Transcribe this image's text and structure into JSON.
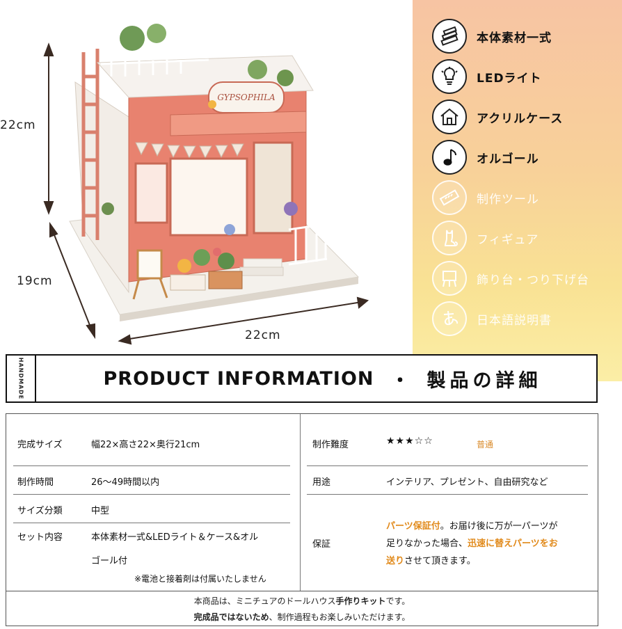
{
  "dimensions": {
    "height": "22cm",
    "depth": "19cm",
    "width": "22cm"
  },
  "sign": "GYPSOPHILA",
  "features": [
    {
      "label": "本体素材一式",
      "icon": "materials-icon",
      "included": true
    },
    {
      "label": "LEDライト",
      "icon": "light-bulb-icon",
      "included": true
    },
    {
      "label": "アクリルケース",
      "icon": "house-case-icon",
      "included": true
    },
    {
      "label": "オルゴール",
      "icon": "music-note-icon",
      "included": true
    },
    {
      "label": "制作ツール",
      "icon": "ruler-icon",
      "included": false
    },
    {
      "label": "フィギュア",
      "icon": "cat-figure-icon",
      "included": false
    },
    {
      "label": "飾り台・つり下げ台",
      "icon": "display-stand-icon",
      "included": false
    },
    {
      "label": "日本語説明書",
      "icon": "japanese-manual-icon",
      "included": false
    }
  ],
  "colors": {
    "accent": "#e18a1b",
    "panel_top": "#f7c4a3",
    "panel_bottom": "#fbeea6",
    "house": "#e8826f"
  },
  "header": {
    "brand": "HANDMADE",
    "title_en": "PRODUCT INFORMATION",
    "separator": "・",
    "title_jp": "製品の詳細"
  },
  "table": {
    "left": [
      {
        "key": "完成サイズ",
        "value": "幅22×高さ22×奥行21cm"
      },
      {
        "key": "制作時間",
        "value": "26〜49時間以内"
      },
      {
        "key": "サイズ分類",
        "value": "中型"
      },
      {
        "key": "セット内容",
        "value_line1": "本体素材一式&LEDライト＆ケース&オル",
        "value_line2": "ゴール付",
        "note": "※電池と接着剤は付属いたしません"
      }
    ],
    "right": [
      {
        "key": "制作難度",
        "stars": "★★★☆☆",
        "level": "普通"
      },
      {
        "key": "用途",
        "value": "インテリア、プレゼント、自由研究など"
      },
      {
        "key": "保証",
        "line1_bold": "パーツ保証付",
        "line1_rest": "。お届け後に万が一パーツが",
        "line2_start": "足りなかった場合、",
        "line2_bold": "迅速に替えパーツをお",
        "line3_bold": "送り",
        "line3_rest": "させて頂きます。"
      }
    ]
  },
  "footer": {
    "line1_pre": "本商品は、ミニチュアのドールハウス",
    "line1_bold": "手作りキット",
    "line1_post": "です。",
    "line2_bold": "完成品ではないため",
    "line2_post": "、制作過程もお楽しみいただけます。"
  }
}
